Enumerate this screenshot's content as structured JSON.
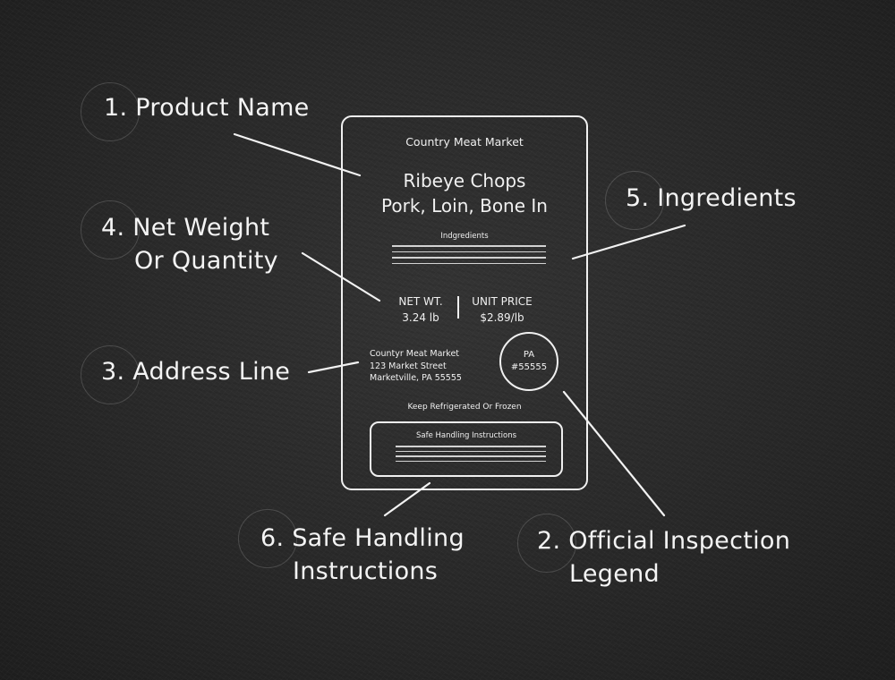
{
  "colors": {
    "background": "#262626",
    "chalk": "#f2f2f2",
    "ring": "rgba(255,255,255,0.16)"
  },
  "callouts": [
    {
      "number": "1.",
      "line1": "1. Product Name",
      "line2": ""
    },
    {
      "number": "4.",
      "line1": "4. Net Weight",
      "line2": "Or Quantity"
    },
    {
      "number": "3.",
      "line1": "3. Address Line",
      "line2": ""
    },
    {
      "number": "5.",
      "line1": "5. Ingredients",
      "line2": ""
    },
    {
      "number": "6.",
      "line1": "6. Safe Handling",
      "line2": "Instructions"
    },
    {
      "number": "2.",
      "line1": "2. Official Inspection",
      "line2": "Legend"
    }
  ],
  "label": {
    "store_name": "Country Meat Market",
    "product_line1": "Ribeye Chops",
    "product_line2": "Pork, Loin, Bone In",
    "ingredients_title": "Indgredients",
    "net_weight_label": "NET WT.",
    "net_weight_value": "3.24 lb",
    "unit_price_label": "UNIT PRICE",
    "unit_price_value": "$2.89/lb",
    "address": {
      "line1": "Countyr Meat Market",
      "line2": "123 Market Street",
      "line3": "Marketville, PA 55555"
    },
    "inspection_seal": {
      "state": "PA",
      "number": "#55555"
    },
    "storage_note": "Keep Refrigerated Or Frozen",
    "safe_handling_title": "Safe Handling Instructions"
  }
}
